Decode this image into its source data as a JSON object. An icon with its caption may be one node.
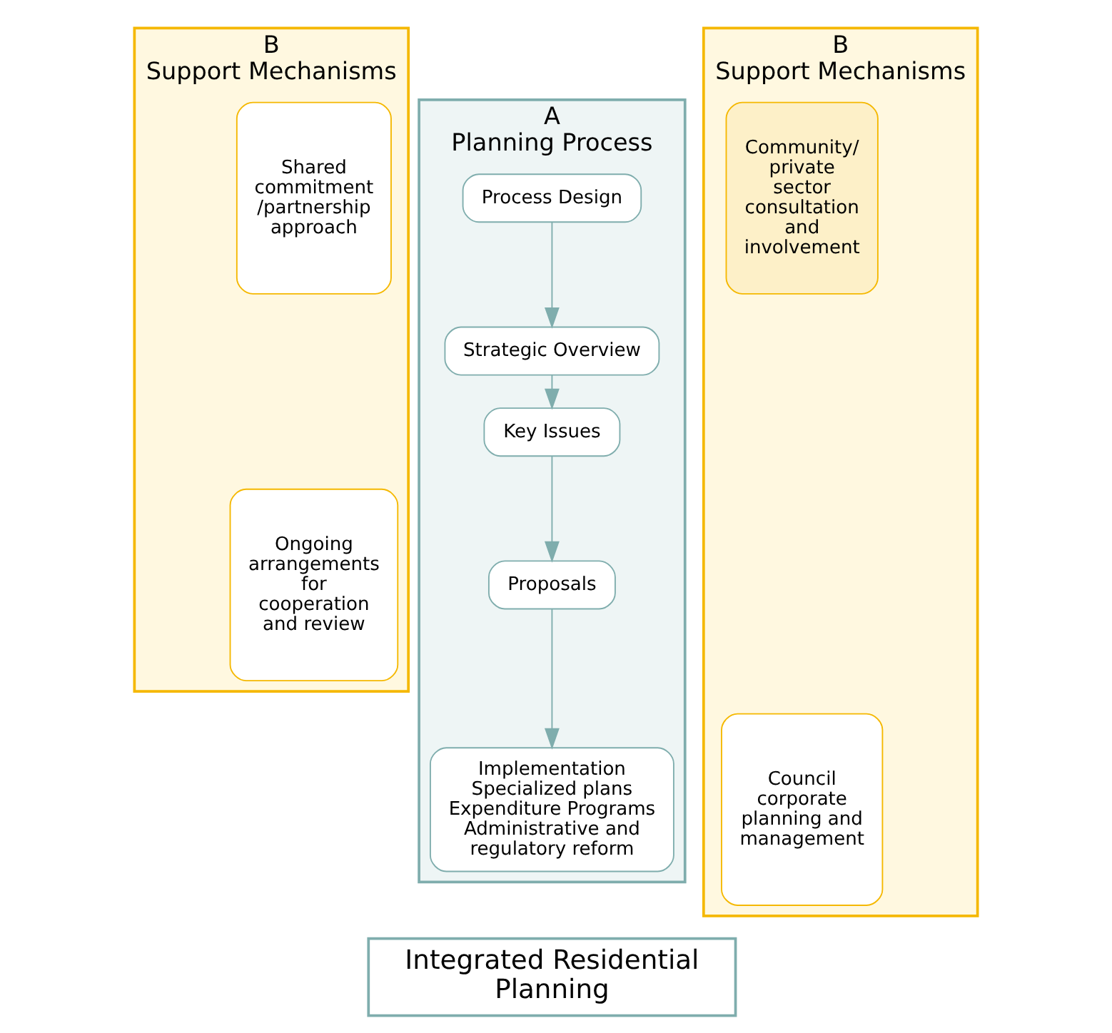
{
  "diagram": {
    "nodes": [
      {
        "text": [
          "B",
          "Support Mechanisms"
        ]
      },
      {
        "text": [
          "Shared commitment /partnership approach"
        ],
        "in": 0
      },
      {
        "text": [
          "Ongoing arrangements for cooperation and review"
        ],
        "in": 0
      },
      {
        "text": [
          "A",
          "Planning Process"
        ]
      },
      {
        "text": [
          "Process Design"
        ],
        "in": 3
      },
      {
        "text": [
          "Strategic Overview"
        ],
        "in": 3
      },
      {
        "text": [
          "Key Issues"
        ],
        "in": 3
      },
      {
        "text": [
          "Proposals"
        ],
        "in": 3
      },
      {
        "text": [
          "Implementation",
          "Specialized plans Expenditure Programs Administrative and regulatory reform"
        ],
        "in": 3
      },
      {
        "text": [
          "B",
          "Support Mechanisms"
        ]
      },
      {
        "text": [
          "Community/ private sector consultation and involvement"
        ],
        "in": 9
      },
      {
        "text": [
          "Council corporate planning and management"
        ],
        "in": 9
      },
      {
        "text": [
          "Integrated Residential Planning"
        ]
      }
    ],
    "edges": [
      {
        "from": 4,
        "to": 5,
        "arrow": "to"
      },
      {
        "from": 5,
        "to": 6,
        "arrow": "to"
      },
      {
        "from": 6,
        "to": 7,
        "arrow": "to"
      },
      {
        "from": 7,
        "to": 8,
        "arrow": "to"
      }
    ]
  }
}
